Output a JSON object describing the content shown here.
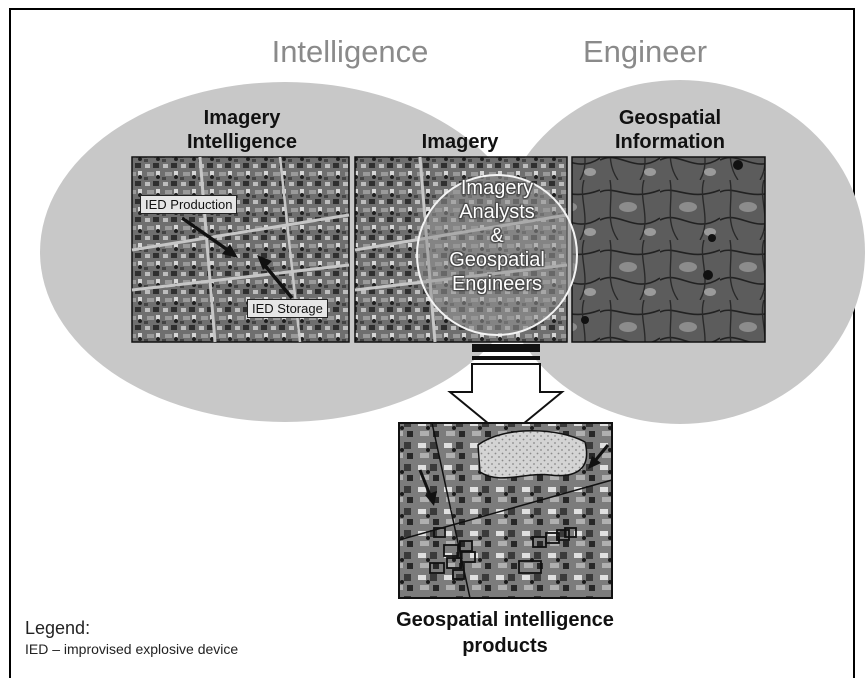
{
  "headers": {
    "left": "Intelligence",
    "right": "Engineer"
  },
  "panels": {
    "imagery_intelligence": "Imagery\nIntelligence",
    "imagery": "Imagery",
    "geospatial_information": "Geospatial\nInformation"
  },
  "callouts": {
    "ied_production": "IED Production",
    "ied_storage": "IED Storage"
  },
  "overlap_text": "Imagery\nAnalysts\n&\nGeospatial\nEngineers",
  "products_label": "Geospatial intelligence\nproducts",
  "legend": {
    "title": "Legend:",
    "item": "IED – improvised explosive device"
  }
}
